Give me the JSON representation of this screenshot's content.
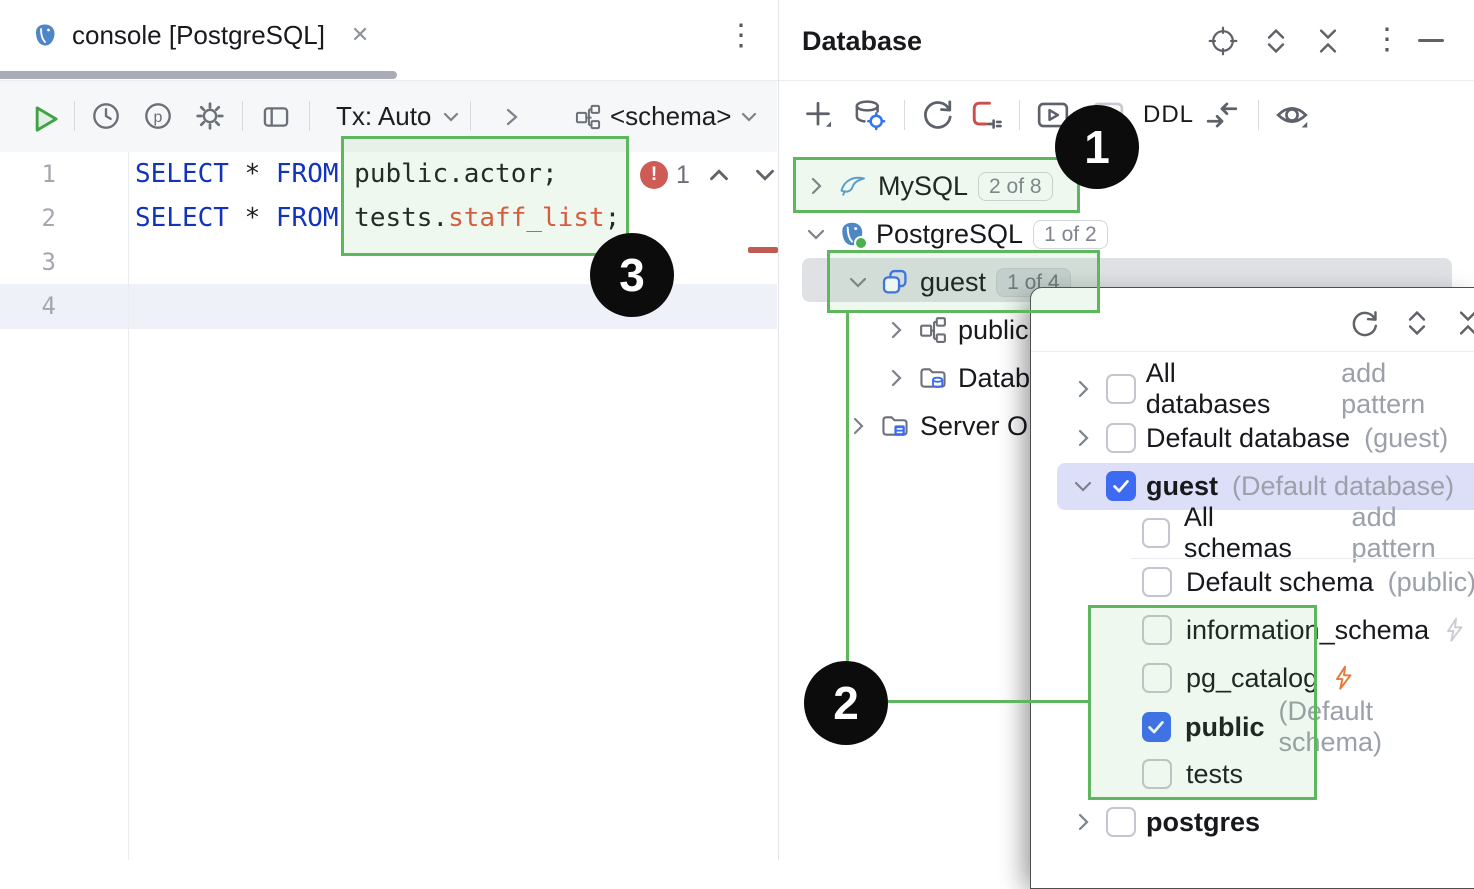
{
  "tab_bar": {
    "title": "console [PostgreSQL]",
    "close_icon": "✕",
    "menu_icon": "⋮"
  },
  "editor_toolbar": {
    "tx_selector": "Tx: Auto",
    "schema_selector": "<schema>"
  },
  "gutter": {
    "l1": "1",
    "l2": "2",
    "l3": "3",
    "l4": "4"
  },
  "code": {
    "l1": {
      "kw1": "SELECT ",
      "star": "* ",
      "kw2": "FROM ",
      "rest": "public.actor;"
    },
    "l2": {
      "kw1": "SELECT ",
      "star": "* ",
      "kw2": "FROM ",
      "t1": "tests.",
      "err": "staff_list",
      "semi": ";"
    }
  },
  "inspection": {
    "error_icon": "!",
    "error_count": "1"
  },
  "db_panel": {
    "title": "Database",
    "toolbar": {
      "ddl_label": "DDL"
    },
    "tree": {
      "mysql": {
        "label": "MySQL",
        "badge": "2 of 8"
      },
      "postgresql": {
        "label": "PostgreSQL",
        "badge": "1 of 2"
      },
      "guest": {
        "label": "guest",
        "badge": "1 of 4",
        "selected": true
      },
      "public_schema": {
        "label": "public"
      },
      "database_objects": {
        "label": "Datab"
      },
      "server_objects": {
        "label": "Server O"
      }
    }
  },
  "popup": {
    "rows": {
      "all_databases": {
        "label": "All databases",
        "hint": "add pattern",
        "checked": false
      },
      "default_database": {
        "label": "Default database",
        "note": "(guest)",
        "checked": false
      },
      "guest": {
        "label": "guest",
        "note": "(Default database)",
        "checked": true,
        "selected": true
      },
      "all_schemas": {
        "label": "All schemas",
        "hint": "add pattern",
        "checked": false
      },
      "default_schema": {
        "label": "Default schema",
        "note": "(public)",
        "checked": false
      },
      "information_schema": {
        "label": "information_schema",
        "checked": false
      },
      "pg_catalog": {
        "label": "pg_catalog",
        "checked": false
      },
      "public": {
        "label": "public",
        "note": "(Default schema)",
        "checked": true
      },
      "tests": {
        "label": "tests",
        "checked": false
      },
      "postgres": {
        "label": "postgres",
        "checked": false
      }
    }
  },
  "annotations": {
    "step1": "1",
    "step2": "2",
    "step3": "3"
  },
  "colors": {
    "accent_green": "#5eb65e",
    "checkbox_blue": "#3d6af2",
    "error_red": "#cf5b56",
    "keyword_blue": "#1233bd",
    "unresolved_red": "#e0543d",
    "selection_gray": "#dfe1e5",
    "selection_blue": "#dcdff7",
    "icon_blue": "#3574f0"
  }
}
